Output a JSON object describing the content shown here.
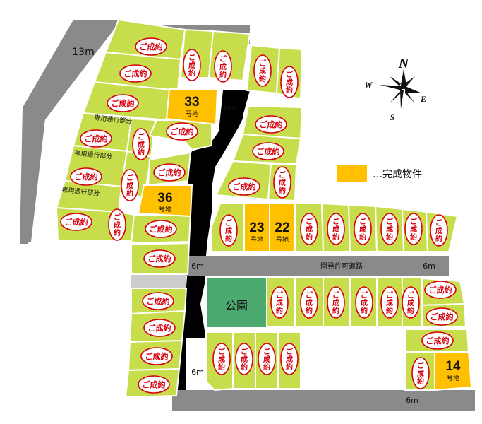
{
  "roads": {
    "west_width": "13m",
    "inner_widths": [
      "6m",
      "6m",
      "6m",
      "6m",
      "6m"
    ],
    "dev_road_name": "開発許可道路"
  },
  "private_passages": [
    "専用通行部分",
    "専用通行部分",
    "専用通行部分"
  ],
  "park_name": "公園",
  "legend": {
    "text": "…完成物件",
    "color": "#ffc000"
  },
  "compass": {
    "north": "N",
    "south": "S",
    "east": "E",
    "west": "W"
  },
  "sold_text": "ご成約",
  "lot_suffix": "号地",
  "completed_lots": [
    "33",
    "36",
    "23",
    "22",
    "14"
  ],
  "colors": {
    "lot_fill": "#c8dd4c",
    "lot_stroke": "#ffffff",
    "road": "#8a8a8a",
    "park": "#4caa6e",
    "completed": "#ffc000",
    "seal_red": "#d6000f"
  }
}
